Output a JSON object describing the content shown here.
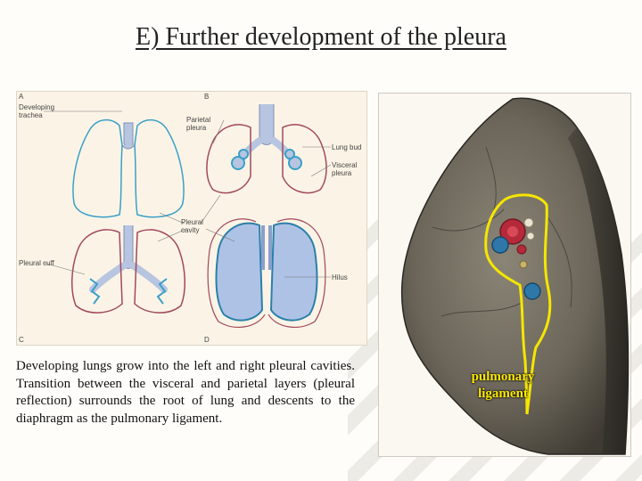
{
  "title": "E) Further development of the pleura",
  "diagram": {
    "panel_letters": [
      "A",
      "B",
      "C",
      "D"
    ],
    "labels": {
      "developing_trachea": "Developing\ntrachea",
      "parietal_pleura": "Parietal\npleura",
      "lung_bud": "Lung bud",
      "visceral_pleura": "Visceral\npleura",
      "pleural_cavity": "Pleural\ncavity",
      "pleural_cuff": "Pleural cuff",
      "hilus": "Hilus"
    },
    "colors": {
      "pleura_blue": "#3aa0c8",
      "pleura_red": "#a1485c",
      "trachea": "#b8c5e0",
      "lung_fill": "#aec2e6"
    }
  },
  "body_text": "Developing lungs grow into the left and right pleural cavities. Transition between the visceral and parietal layers (pleural reflection) surrounds the root of lung and descents to the diaphragm as the pulmonary ligament.",
  "photo": {
    "ligament_label": "pulmonary\nligament",
    "highlight_color": "#f5e600"
  }
}
